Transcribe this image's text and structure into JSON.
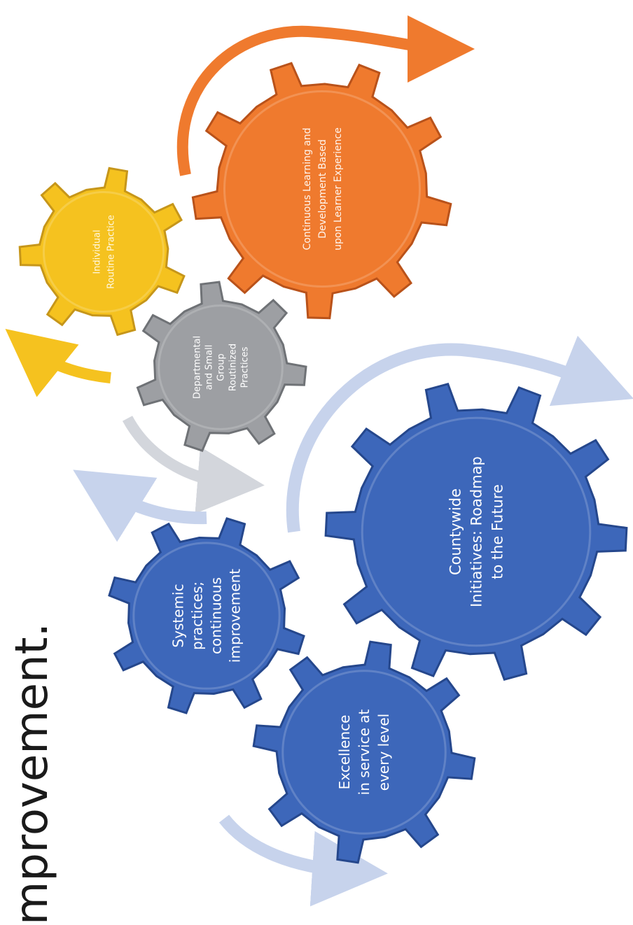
{
  "heading": "mprovement.",
  "colors": {
    "blue": "#3d67ba",
    "blue_dark": "#25478c",
    "orange": "#ef7a2e",
    "orange_dark": "#b9521a",
    "yellow": "#f5c21f",
    "yellow_dark": "#c6961a",
    "grey": "#9d9fa3",
    "grey_dark": "#6f7276",
    "arrow_light": "#c7d3ec"
  },
  "gears": {
    "orange": {
      "lines": [
        "Continuous Learning and",
        "Development Based",
        "upon Learner Experience"
      ]
    },
    "yellow": {
      "lines": [
        "Individual",
        "Routine Practice"
      ]
    },
    "grey": {
      "lines": [
        "Departmental",
        "and Small",
        "Group",
        "Routinized",
        "Practices"
      ]
    },
    "countywide": {
      "lines": [
        "Countywide",
        "Initiatives: Roadmap",
        "to the Future"
      ]
    },
    "systemic": {
      "lines": [
        "Systemic",
        "practices;",
        "continuous",
        "improvement"
      ]
    },
    "excellence": {
      "lines": [
        "Excellence",
        "in service at",
        "every level"
      ]
    }
  }
}
